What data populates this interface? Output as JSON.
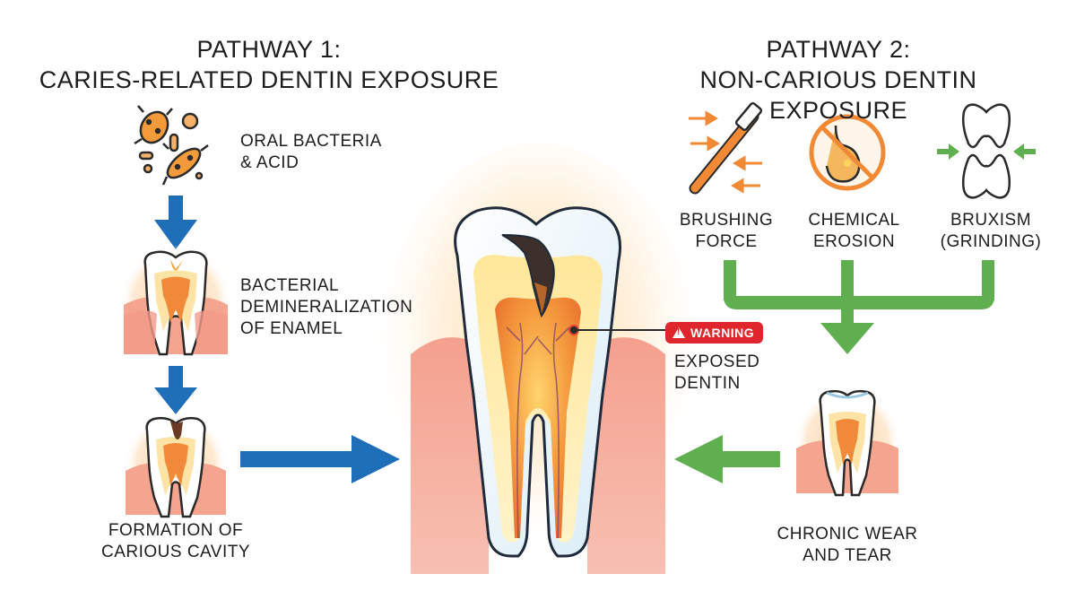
{
  "pathway1": {
    "title_line1": "PATHWAY 1:",
    "title_line2": "CARIES-RELATED DENTIN EXPOSURE",
    "steps": [
      {
        "lines": [
          "ORAL BACTERIA",
          "& ACID"
        ],
        "icon": "bacteria-icon"
      },
      {
        "lines": [
          "BACTERIAL",
          "DEMINERALIZATION",
          "OF ENAMEL"
        ],
        "icon": "demineralized-tooth-icon"
      },
      {
        "lines": [
          "FORMATION OF",
          "CARIOUS CAVITY"
        ],
        "icon": "cavity-tooth-icon"
      }
    ],
    "arrow_color": "#1f6fb8"
  },
  "pathway2": {
    "title_line1": "PATHWAY 2:",
    "title_line2": "NON-CARIOUS DENTIN EXPOSURE",
    "causes": [
      {
        "lines": [
          "BRUSHING",
          "FORCE"
        ],
        "icon": "toothbrush-icon"
      },
      {
        "lines": [
          "CHEMICAL",
          "EROSION"
        ],
        "icon": "no-stomach-acid-icon"
      },
      {
        "lines": [
          "BRUXISM",
          "(GRINDING)"
        ],
        "icon": "grinding-teeth-icon"
      }
    ],
    "result": {
      "lines": [
        "CHRONIC WEAR",
        "AND TEAR"
      ],
      "icon": "worn-tooth-icon"
    },
    "arrow_color": "#5fae4f"
  },
  "center": {
    "warning_label": "WARNING",
    "exposed_lines": [
      "EXPOSED",
      "DENTIN"
    ],
    "icon": "central-tooth-icon",
    "warning_color": "#e0262d"
  }
}
